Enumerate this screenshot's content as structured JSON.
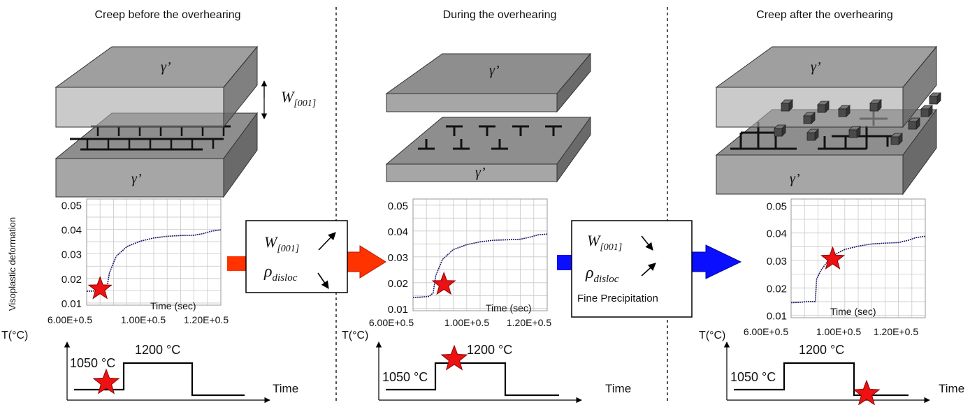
{
  "panels": [
    {
      "heading": "Creep before the overhearing",
      "slab_top_label": "γ’",
      "slab_bottom_label": "γ’",
      "width_label": "W",
      "width_sub": "[001]"
    },
    {
      "heading": "During the overhearing",
      "slab_top_label": "γ’",
      "slab_bottom_label": "γ’"
    },
    {
      "heading": "Creep after the overhearing",
      "slab_top_label": "γ’",
      "slab_bottom_label": "γ’"
    }
  ],
  "y_axis_label": "Visoplastic deformation",
  "process_boxes": [
    {
      "w": "W",
      "w_sub": "[001]",
      "rho": "ρ",
      "rho_sub": "disloc",
      "w_trend": "increase",
      "rho_trend": "decrease"
    },
    {
      "w": "W",
      "w_sub": "[001]",
      "rho": "ρ",
      "rho_sub": "disloc",
      "w_trend": "decrease",
      "rho_trend": "increase",
      "extra": "Fine Precipitation"
    }
  ],
  "arrow_colors": {
    "red": "#ff3300",
    "blue": "#0a10ff"
  },
  "star_color": "#ee1111",
  "chart_data": [
    {
      "type": "line",
      "ylim": [
        0.01,
        0.05
      ],
      "yticks": [
        "0.05",
        "0.04",
        "0.03",
        "0.02",
        "0.01"
      ],
      "xticks": [
        "6.00E+0.5",
        "1.00E+0.5",
        "1.20E+0.5"
      ],
      "xlabel": "Time (sec)",
      "series": [
        {
          "x": [
            0,
            0.06,
            0.12,
            0.15,
            0.17,
            0.22,
            0.3,
            0.4,
            0.5,
            0.6,
            0.7,
            0.8,
            0.87,
            0.93,
            1.0
          ],
          "y": [
            0.0148,
            0.0149,
            0.0152,
            0.0158,
            0.0223,
            0.029,
            0.033,
            0.0352,
            0.0365,
            0.0372,
            0.0375,
            0.0376,
            0.0383,
            0.0393,
            0.0398
          ]
        }
      ],
      "star_at": [
        0.1,
        0.0158
      ]
    },
    {
      "type": "line",
      "ylim": [
        0.01,
        0.05
      ],
      "yticks": [
        "0.05",
        "0.04",
        "0.03",
        "0.02",
        "0.01"
      ],
      "xticks": [
        "6.00E+0.5",
        "1.00E+0.5",
        "1.20E+0.5"
      ],
      "xlabel": "Time (sec)",
      "series": [
        {
          "x": [
            0,
            0.06,
            0.12,
            0.15,
            0.17,
            0.22,
            0.3,
            0.4,
            0.5,
            0.6,
            0.7,
            0.8,
            0.87,
            0.93,
            1.0
          ],
          "y": [
            0.0143,
            0.0144,
            0.0147,
            0.016,
            0.0228,
            0.029,
            0.0328,
            0.0347,
            0.0358,
            0.0364,
            0.0366,
            0.0368,
            0.0376,
            0.0385,
            0.0388
          ]
        }
      ],
      "star_at": [
        0.23,
        0.0193
      ]
    },
    {
      "type": "line",
      "ylim": [
        0.01,
        0.05
      ],
      "yticks": [
        "0.05",
        "0.04",
        "0.03",
        "0.02",
        "0.01"
      ],
      "xticks": [
        "6.00E+0.5",
        "1.00E+0.5",
        "1.20E+0.5"
      ],
      "xlabel": "Time (sec)",
      "series": [
        {
          "x": [
            0,
            0.06,
            0.12,
            0.18,
            0.19,
            0.22,
            0.3,
            0.4,
            0.5,
            0.6,
            0.7,
            0.8,
            0.87,
            0.93,
            1.0
          ],
          "y": [
            0.0146,
            0.0147,
            0.015,
            0.015,
            0.0232,
            0.0262,
            0.0316,
            0.034,
            0.0352,
            0.036,
            0.0363,
            0.0365,
            0.0373,
            0.0383,
            0.0388
          ]
        }
      ],
      "star_at": [
        0.31,
        0.0305
      ]
    }
  ],
  "temp_profiles": [
    {
      "ylabel": "T(°C)",
      "low_label": "1050 °C",
      "high_label": "1200 °C",
      "xlabel": "Time",
      "star_phase": "low-before"
    },
    {
      "ylabel": "T(°C)",
      "low_label": "1050 °C",
      "high_label": "1200 °C",
      "xlabel": "Time",
      "star_phase": "high"
    },
    {
      "ylabel": "T(°C)",
      "low_label": "1050 °C",
      "high_label": "1200 °C",
      "xlabel": "Time",
      "star_phase": "low-after"
    }
  ]
}
